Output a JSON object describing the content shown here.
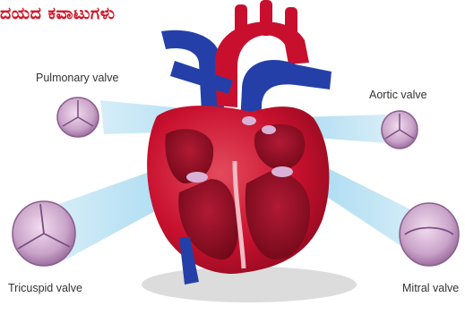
{
  "title": "ದಯದ ಕವಾಟುಗಳು",
  "labels": {
    "pulmonary": "Pulmonary valve",
    "aortic": "Aortic valve",
    "tricuspid": "Tricuspid valve",
    "mitral": "Mitral valve"
  },
  "colors": {
    "title": "#d0182a",
    "heart_red": "#c8102e",
    "heart_dark": "#7a0a1a",
    "vein_blue": "#2440a8",
    "valve_purple": "#c9a3c9",
    "beam_blue": "#9fd6ee",
    "shadow": "#d9d9d9"
  }
}
